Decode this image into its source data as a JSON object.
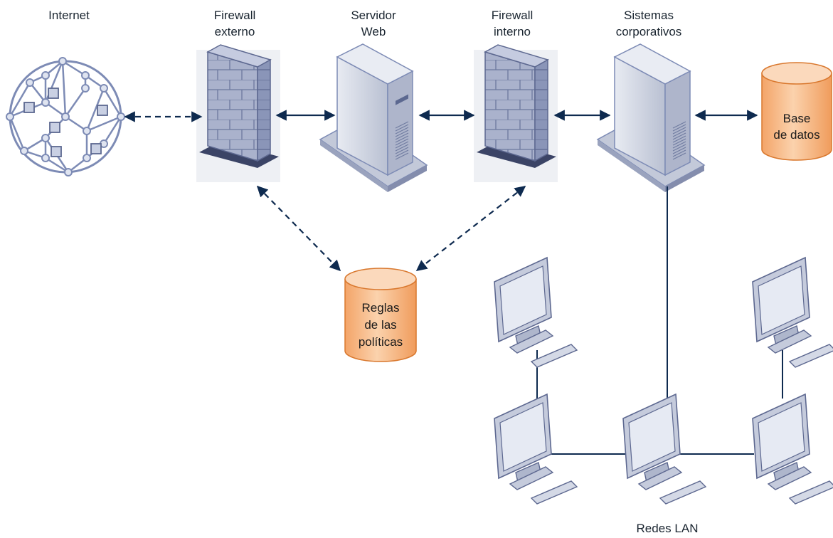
{
  "nodes": {
    "internet": {
      "label": "Internet"
    },
    "external_firewall": {
      "line1": "Firewall",
      "line2": "externo"
    },
    "web_server": {
      "line1": "Servidor",
      "line2": "Web"
    },
    "internal_firewall": {
      "line1": "Firewall",
      "line2": "interno"
    },
    "corporate_systems": {
      "line1": "Sistemas",
      "line2": "corporativos"
    },
    "database": {
      "line1": "Base",
      "line2": "de datos"
    },
    "policy_rules": {
      "line1": "Reglas",
      "line2": "de las",
      "line3": "políticas"
    },
    "lan": {
      "label": "Redes LAN"
    }
  },
  "colors": {
    "network_blue": "#7d8bb5",
    "network_fill": "#dfe4f0",
    "server_gray": "#c7ccd8",
    "arrow_navy": "#0e2a4f",
    "database_orange": "#f5b98a",
    "database_stroke": "#d9782e"
  }
}
